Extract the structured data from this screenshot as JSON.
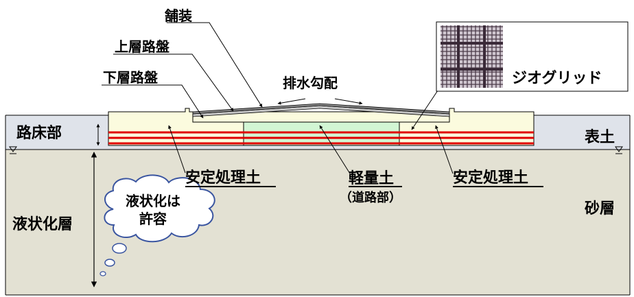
{
  "labels": {
    "pavement": "舗装",
    "upper_base": "上層路盤",
    "lower_base": "下層路盤",
    "drainage_slope": "排水勾配",
    "geogrid": "ジオグリッド",
    "subgrade": "路床部",
    "topsoil": "表土",
    "stabilized_left": "安定処理土",
    "lightweight_soil": "軽量土",
    "road_part": "（道路部）",
    "stabilized_right": "安定処理土",
    "liquefaction_layer": "液状化層",
    "sand_layer": "砂層",
    "bubble_line1": "液状化は",
    "bubble_line2": "許容"
  },
  "colors": {
    "sand": "#e3e1d3",
    "topsoil": "#dfe3ea",
    "stabilized": "#fbfbde",
    "lightweight": "#d2f6d4",
    "pavement": "#8a8a8a",
    "geogrid_line": "#e00000",
    "outline": "#000000"
  },
  "icons": {
    "water_level": "water-level-triangle-icon",
    "geogrid_photo": "geogrid-mesh-icon",
    "arrow": "arrow-icon"
  }
}
